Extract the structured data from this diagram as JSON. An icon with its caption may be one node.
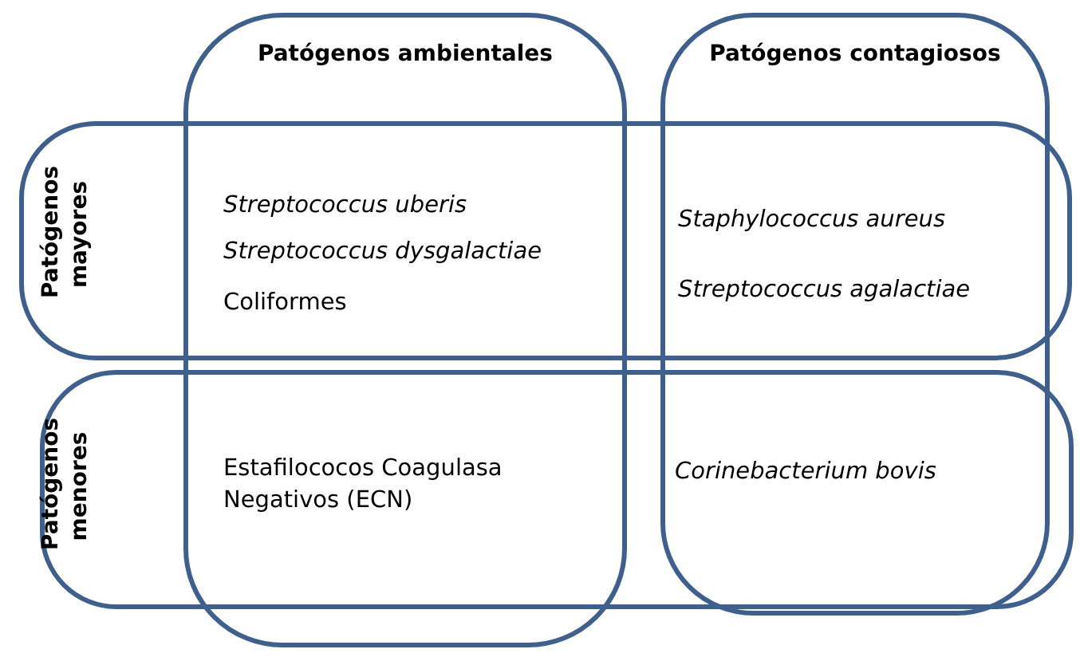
{
  "diagram": {
    "nodes": [
      {
        "text": [
          "Patógenos ambientales"
        ]
      },
      {
        "text": [
          "Patógenos contagiosos"
        ]
      },
      {
        "text": [
          "Patógenos mayores"
        ]
      },
      {
        "text": [
          "Patógenos menores"
        ]
      }
    ],
    "labels": [
      "Streptococcus uberis",
      "Streptococcus dysgalactiae",
      "Coliformes",
      "Staphylococcus aureus",
      "Streptococcus agalactiae",
      "Estafilococos Coagulasa Negativos (ECN)",
      "Corinebacterium bovis"
    ]
  }
}
